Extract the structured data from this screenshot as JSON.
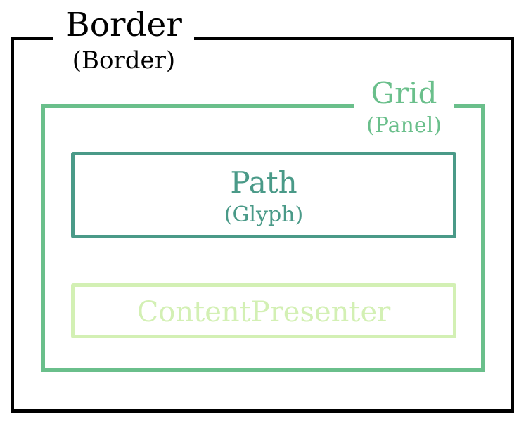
{
  "border": {
    "title": "Border",
    "subtitle": "(Border)",
    "color": "#000000"
  },
  "grid": {
    "title": "Grid",
    "subtitle": "(Panel)",
    "color": "#6abf8b"
  },
  "path": {
    "title": "Path",
    "subtitle": "(Glyph)",
    "color": "#4a9a88"
  },
  "content_presenter": {
    "title": "ContentPresenter",
    "color": "#d3f0b4"
  }
}
